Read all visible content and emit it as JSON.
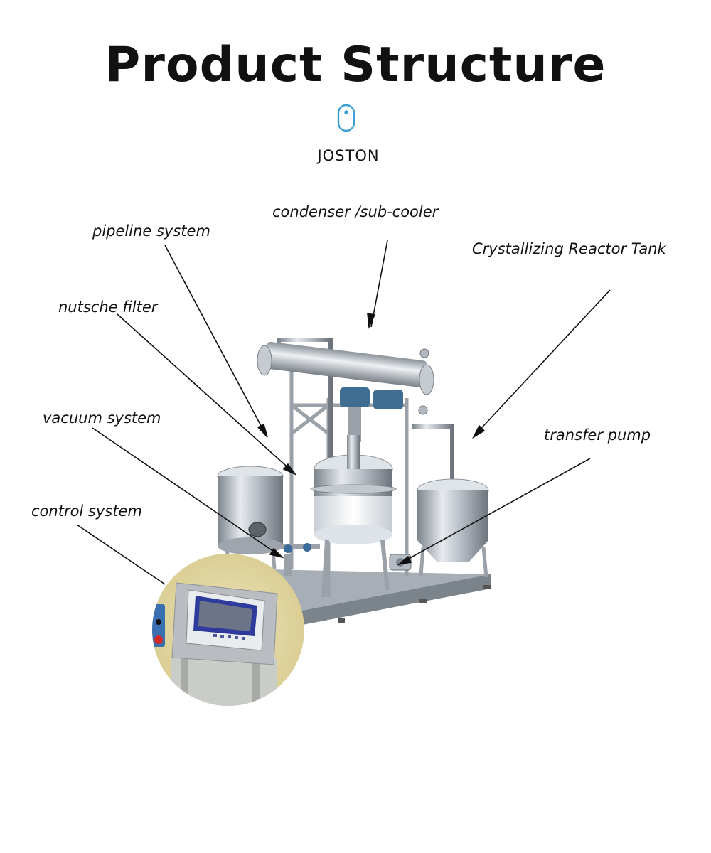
{
  "title": "Product Structure",
  "brand": {
    "name": "JOSTON",
    "logo_icon": "mouse-shaped-logo-icon",
    "color": "#3a9fd6"
  },
  "labels": {
    "condenser": "condenser /sub-cooler",
    "pipeline": "pipeline system",
    "reactor": "Crystallizing Reactor Tank",
    "nutsche": "nutsche filter",
    "vacuum": "vacuum system",
    "pump": "transfer pump",
    "control": "control system"
  }
}
